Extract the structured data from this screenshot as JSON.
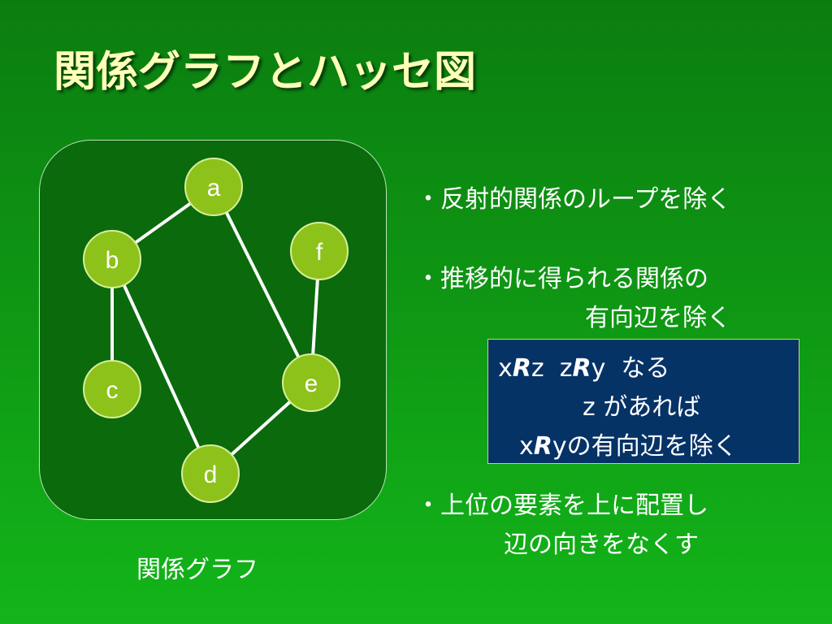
{
  "slide": {
    "title": "関係グラフとハッセ図",
    "graph_caption": "関係グラフ"
  },
  "graph": {
    "nodes": [
      "a",
      "b",
      "c",
      "d",
      "e",
      "f"
    ],
    "edges": [
      [
        "a",
        "b"
      ],
      [
        "a",
        "e"
      ],
      [
        "b",
        "c"
      ],
      [
        "b",
        "d"
      ],
      [
        "d",
        "e"
      ],
      [
        "e",
        "f"
      ]
    ],
    "colors": {
      "panel": "#0a6a0c",
      "node_fill": "#8dc21a",
      "node_stroke": "#d7ee9a",
      "edge": "#ffffff"
    }
  },
  "bullets": {
    "b1": "・反射的関係のループを除く",
    "b2_line1": "・推移的に得られる関係の",
    "b2_line2": "有向辺を除く",
    "b3_line1": "・上位の要素を上に配置し",
    "b3_line2": "辺の向きをなくす"
  },
  "rule_box": {
    "line1": {
      "x1": "x",
      "R1": "R",
      "z1": "z",
      "sp": "  ",
      "z2": "z",
      "R2": "R",
      "y2": "y",
      "tail": "  なる"
    },
    "line2": "z があれば",
    "line3": {
      "x": "x",
      "R": "R",
      "tail": "yの有向辺を除く"
    },
    "colors": {
      "background": "#063366",
      "border": "#c8d870"
    }
  }
}
